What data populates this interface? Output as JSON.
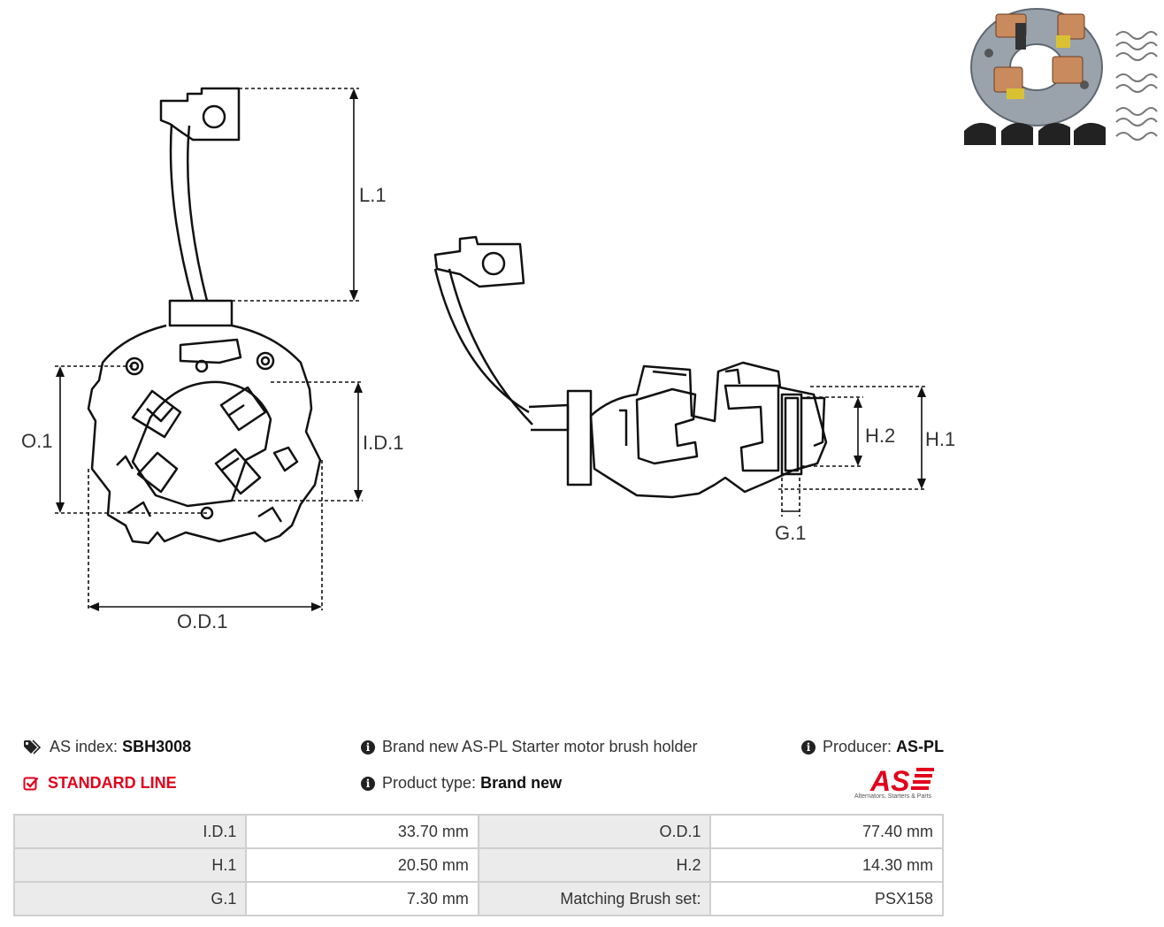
{
  "drawing": {
    "labels": {
      "l1": "L.1",
      "o1": "O.1",
      "id1": "I.D.1",
      "od1": "O.D.1",
      "h1": "H.1",
      "h2": "H.2",
      "g1": "G.1"
    }
  },
  "product": {
    "index_label": "AS index:",
    "index_value": "SBH3008",
    "line": "STANDARD LINE",
    "description": "Brand new AS-PL Starter motor brush holder",
    "type_label": "Product type:",
    "type_value": "Brand new",
    "producer_label": "Producer:",
    "producer_value": "AS-PL"
  },
  "logo": {
    "mark": "AS",
    "tagline": "Alternators, Starters & Parts",
    "color": "#e3001b"
  },
  "icons": {
    "tag": "tag-icon",
    "check": "check-square-icon",
    "info": "info-circle-icon"
  },
  "specs": [
    {
      "label": "I.D.1",
      "value": "33.70 mm",
      "label2": "O.D.1",
      "value2": "77.40 mm"
    },
    {
      "label": "H.1",
      "value": "20.50 mm",
      "label2": "H.2",
      "value2": "14.30 mm"
    },
    {
      "label": "G.1",
      "value": "7.30 mm",
      "label2": "Matching Brush set:",
      "value2": "PSX158"
    }
  ]
}
